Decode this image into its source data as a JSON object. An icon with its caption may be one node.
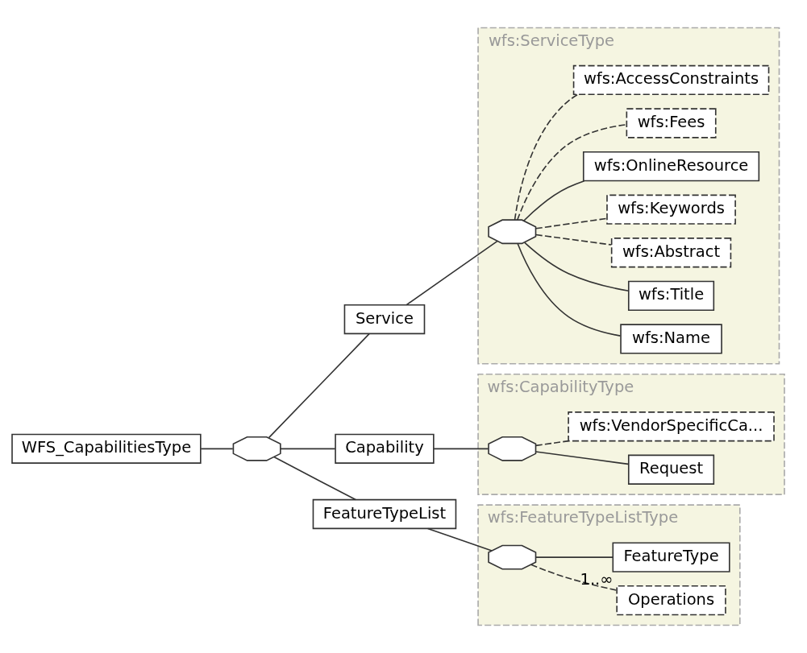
{
  "diagram": {
    "nodes": [
      {
        "text": [
          "WFS_CapabilitiesType"
        ]
      },
      {
        "text": [],
        "shape": "octagon"
      },
      {
        "text": [
          "Service"
        ]
      },
      {
        "text": [
          "Capability"
        ]
      },
      {
        "text": [
          "FeatureTypeList"
        ]
      },
      {
        "text": [
          "wfs:ServiceType"
        ]
      },
      {
        "text": [],
        "shape": "octagon",
        "in": 5
      },
      {
        "text": [
          "wfs:Name"
        ],
        "in": 5
      },
      {
        "text": [
          "wfs:Title"
        ],
        "in": 5
      },
      {
        "text": [
          "wfs:Abstract"
        ],
        "in": 5
      },
      {
        "text": [
          "wfs:Keywords"
        ],
        "in": 5
      },
      {
        "text": [
          "wfs:OnlineResource"
        ],
        "in": 5
      },
      {
        "text": [
          "wfs:Fees"
        ],
        "in": 5
      },
      {
        "text": [
          "wfs:AccessConstraints"
        ],
        "in": 5
      },
      {
        "text": [
          "wfs:CapabilityType"
        ]
      },
      {
        "text": [],
        "shape": "octagon",
        "in": 14
      },
      {
        "text": [
          "Request"
        ],
        "in": 14
      },
      {
        "text": [
          "wfs:VendorSpecificCa..."
        ],
        "in": 14
      },
      {
        "text": [
          "wfs:FeatureTypeListType"
        ]
      },
      {
        "text": [],
        "shape": "octagon",
        "in": 18
      },
      {
        "text": [
          "Operations"
        ],
        "in": 18
      },
      {
        "text": [
          "FeatureType"
        ],
        "in": 18,
        "beside": [
          "1..∞"
        ]
      }
    ],
    "edges": [
      {
        "from": 0,
        "to": 1,
        "arrow": "none"
      },
      {
        "from": 1,
        "to": 2,
        "arrow": "none"
      },
      {
        "from": 1,
        "to": 3,
        "arrow": "none"
      },
      {
        "from": 1,
        "to": 4,
        "arrow": "none"
      },
      {
        "from": 2,
        "to": 6,
        "arrow": "none"
      },
      {
        "from": 6,
        "to": 7,
        "arrow": "none"
      },
      {
        "from": 6,
        "to": 8,
        "arrow": "none"
      },
      {
        "from": 6,
        "to": 9,
        "arrow": "none",
        "style": "dashed"
      },
      {
        "from": 6,
        "to": 10,
        "arrow": "none",
        "style": "dashed"
      },
      {
        "from": 6,
        "to": 11,
        "arrow": "none"
      },
      {
        "from": 6,
        "to": 12,
        "arrow": "none",
        "style": "dashed"
      },
      {
        "from": 6,
        "to": 13,
        "arrow": "none",
        "style": "dashed"
      },
      {
        "from": 3,
        "to": 15,
        "arrow": "none"
      },
      {
        "from": 15,
        "to": 16,
        "arrow": "none"
      },
      {
        "from": 15,
        "to": 17,
        "arrow": "none",
        "style": "dashed"
      },
      {
        "from": 4,
        "to": 19,
        "arrow": "none"
      },
      {
        "from": 19,
        "to": 20,
        "arrow": "none",
        "style": "dashed"
      },
      {
        "from": 19,
        "to": 21,
        "arrow": "none"
      }
    ]
  }
}
